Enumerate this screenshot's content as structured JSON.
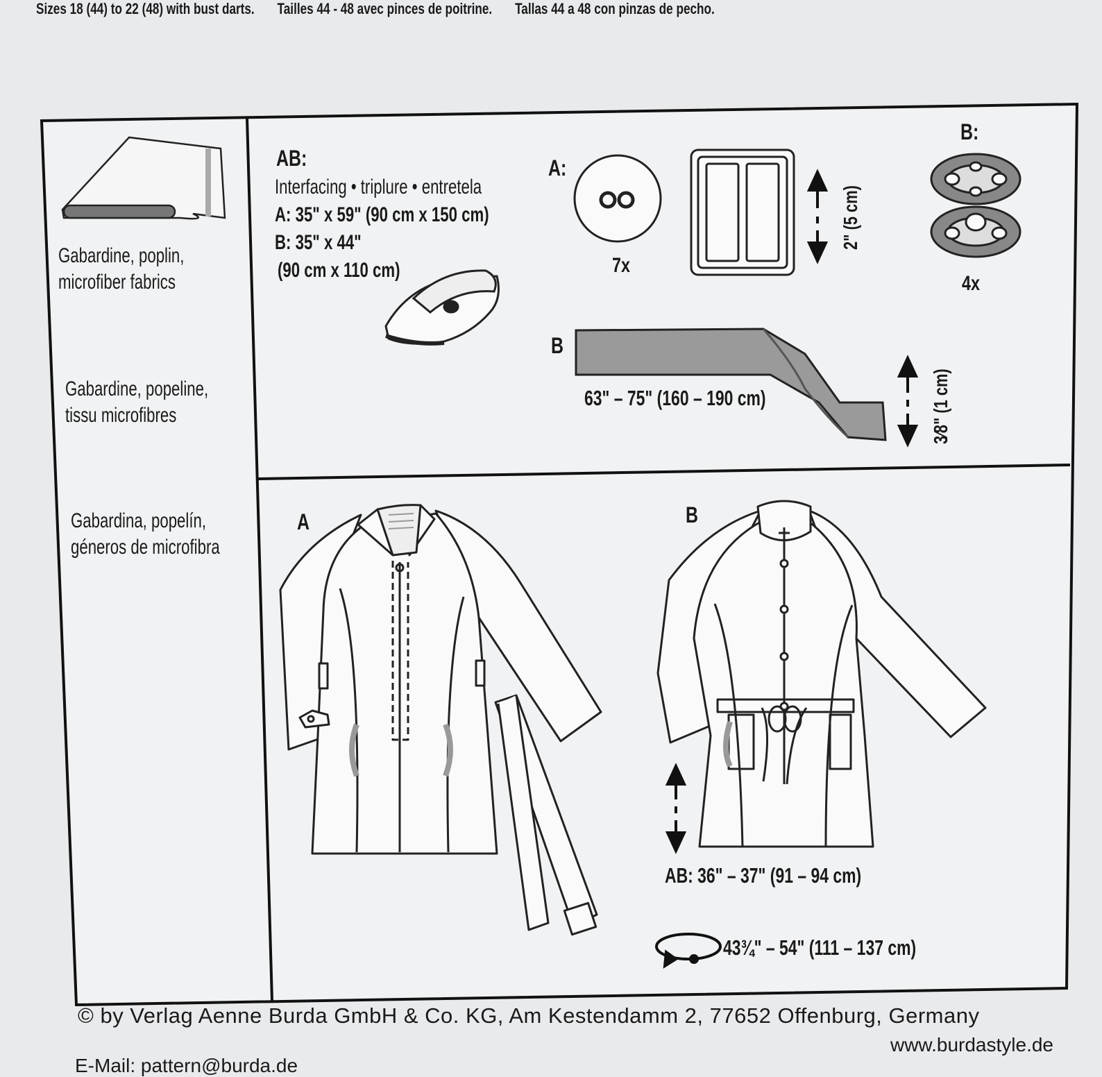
{
  "header": {
    "en": "Sizes 18 (44) to 22 (48) with bust darts.",
    "fr": "Tailles 44 - 48 avec pinces de poitrine.",
    "es": "Tallas 44 a 48 con pinzas de pecho."
  },
  "fabrics": {
    "en": [
      "Gabardine, poplin,",
      "microfiber fabrics"
    ],
    "fr": [
      "Gabardine, popeline,",
      "tissu microfibres"
    ],
    "es": [
      "Gabardina, popelín,",
      "géneros de microfibra"
    ]
  },
  "interfacing": {
    "heading": "AB:",
    "title": "Interfacing • triplure • entretela",
    "a": "A: 35\" x 59\" (90 cm x 150 cm)",
    "b1": "B: 35\" x 44\"",
    "b2": "(90 cm x 110 cm)"
  },
  "notions_a": {
    "label": "A:",
    "buttons_count": "7x",
    "buckle_size": "2\" (5 cm)"
  },
  "notions_b": {
    "label": "B:",
    "snaps_count": "4x",
    "cord_label": "B",
    "cord_length": "63\" – 75\" (160 – 190 cm)",
    "cord_width": "3⁄8\" (1 cm)"
  },
  "views": {
    "a_label": "A",
    "b_label": "B",
    "length": "AB: 36\" – 37\" (91 – 94 cm)",
    "hip": "43¾\" – 54\" (111 – 137 cm)"
  },
  "footer": {
    "copyright": "© by Verlag Aenne Burda GmbH & Co. KG, Am Kestendamm 2, 77652 Offenburg, Germany",
    "url": "www.burdastyle.de",
    "email": "E-Mail: pattern@burda.de"
  }
}
